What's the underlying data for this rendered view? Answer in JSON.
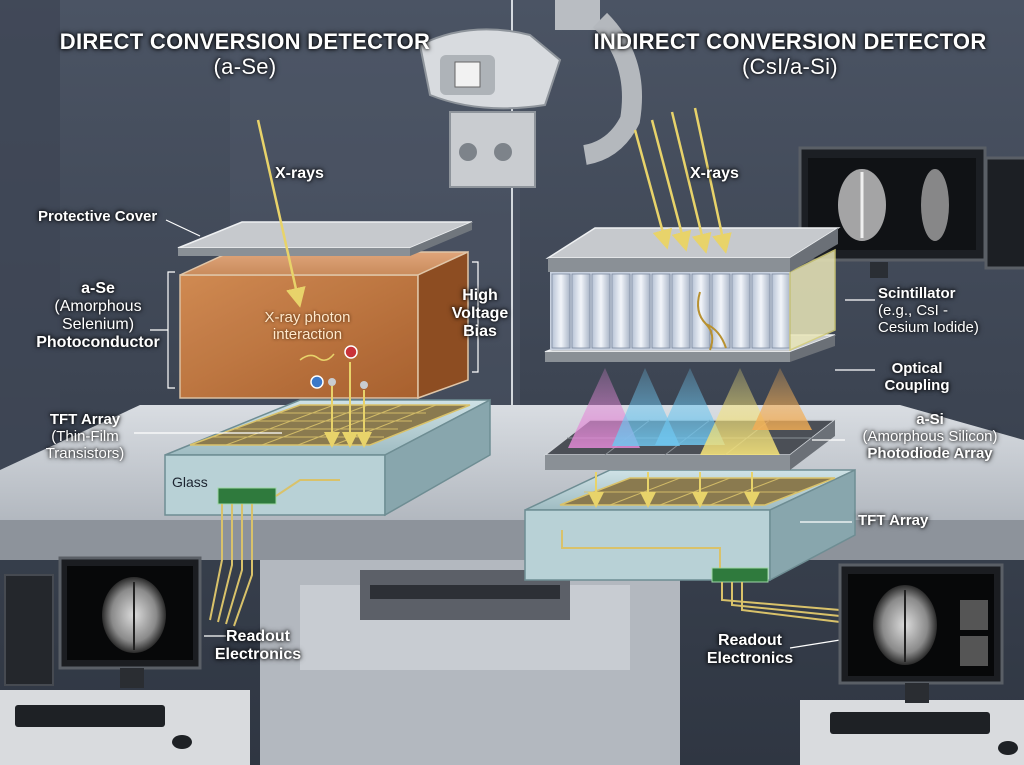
{
  "left": {
    "title": "DIRECT CONVERSION DETECTOR",
    "subtitle": "(a-Se)",
    "xrays": "X-rays",
    "protective_cover": "Protective Cover",
    "ase_title": "a-Se",
    "ase_line1": "(Amorphous",
    "ase_line2": "Selenium)",
    "ase_line3": "Photoconductor",
    "interaction_line1": "X-ray photon",
    "interaction_line2": "interaction",
    "hv_line1": "High",
    "hv_line2": "Voltage",
    "hv_line3": "Bias",
    "tft_title": "TFT Array",
    "tft_line1": "(Thin-Film",
    "tft_line2": "Transistors)",
    "glass": "Glass",
    "readout_line1": "Readout",
    "readout_line2": "Electronics"
  },
  "right": {
    "title": "INDIRECT CONVERSION DETECTOR",
    "subtitle": "(CsI/a-Si)",
    "xrays": "X-rays",
    "scint_title": "Scintillator",
    "scint_line1": "(e.g., CsI -",
    "scint_line2": "Cesium Iodide)",
    "optical_line1": "Optical",
    "optical_line2": "Coupling",
    "asi_title": "a-Si",
    "asi_line1": "(Amorphous Silicon)",
    "asi_line2": "Photodiode Array",
    "tft_title": "TFT Array",
    "readout_line1": "Readout",
    "readout_line2": "Electronics"
  },
  "colors": {
    "selenium": "#c07a45",
    "scintillator": "#e9edf5",
    "xray": "#e8d36a",
    "wire": "#d9c26a"
  }
}
